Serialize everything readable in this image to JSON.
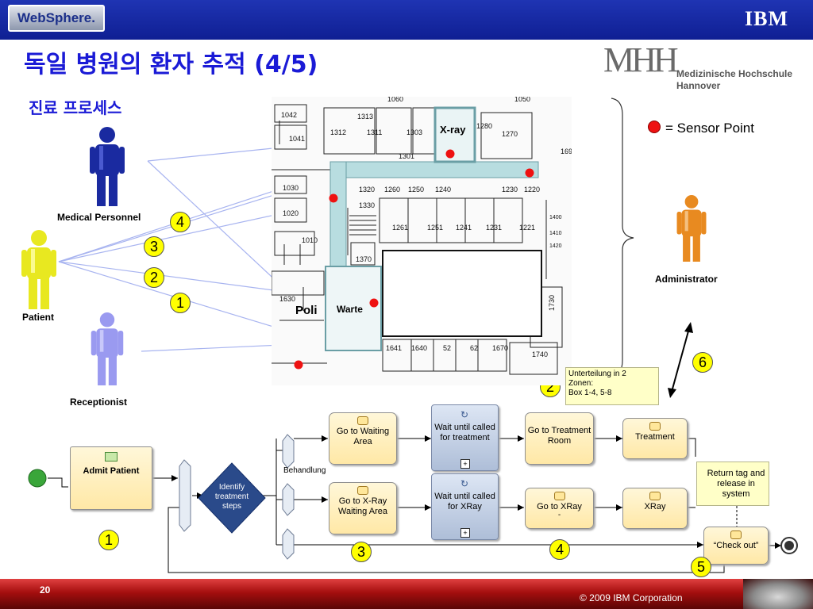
{
  "header": {
    "websphere_logo": "WebSphere.",
    "ibm_logo": "IBM"
  },
  "title": "독일 병원의 환자 추적 (4/5)",
  "subtitle": "진료 프로세스",
  "mhh": {
    "logo": "MHH",
    "name_line1": "Medizinische Hochschule",
    "name_line2": "Hannover"
  },
  "people": {
    "medical": "Medical Personnel",
    "patient": "Patient",
    "receptionist": "Receptionist",
    "administrator": "Administrator"
  },
  "legend": {
    "sensor": "= Sensor Point",
    "sensor_color": "#ee1111"
  },
  "markers": [
    "1",
    "2",
    "3",
    "4",
    "2",
    "6",
    "1",
    "3",
    "4",
    "5"
  ],
  "floorplan": {
    "rooms_top": [
      "1042",
      "1313",
      "1312",
      "1311",
      "1303",
      "X-ray",
      "1270",
      "1041",
      "1301",
      "1280",
      "169"
    ],
    "rooms_mid": [
      "1030",
      "1020",
      "1320",
      "1260",
      "1250",
      "1240",
      "1230",
      "1220",
      "1330",
      "1261",
      "1251",
      "1241",
      "1231",
      "1221",
      "1010",
      "1370",
      "1400",
      "1410",
      "1420"
    ],
    "rooms_bottom": [
      "1630",
      "Poli",
      "Warte",
      "1641",
      "1640",
      "52",
      "62",
      "1670",
      "1730",
      "1740",
      "1060",
      "1050"
    ]
  },
  "note_zones": {
    "line1": "Unterteilung in 2",
    "line2": "Zonen:",
    "line3": "Box 1-4, 5-8"
  },
  "process": {
    "admit": "Admit Patient",
    "identify": "Identify treatment steps",
    "behandlung": "Behandlung",
    "go_waiting": "Go to Waiting Area",
    "wait_treatment": "Wait until called for treatment",
    "go_treatment_room": "Go to Treatment Room",
    "treatment": "Treatment",
    "go_xray_waiting": "Go to X-Ray Waiting Area",
    "wait_xray": "Wait until called for XRay",
    "go_xray": "Go to XRay",
    "go_xray_suffix": "-",
    "xray": "XRay",
    "return_tag": "Return tag and release in system",
    "check_out": "“Check out”"
  },
  "footer": {
    "page": "20",
    "copyright": "© 2009 IBM Corporation"
  },
  "colors": {
    "topbar": "#14259f",
    "title": "#1a1ad6",
    "marker": "#ffff00",
    "medical": "#1a2aa0",
    "patient": "#e8e820",
    "receptionist": "#9a9af0",
    "administrator": "#e88a20",
    "footer": "#a50e0e"
  }
}
